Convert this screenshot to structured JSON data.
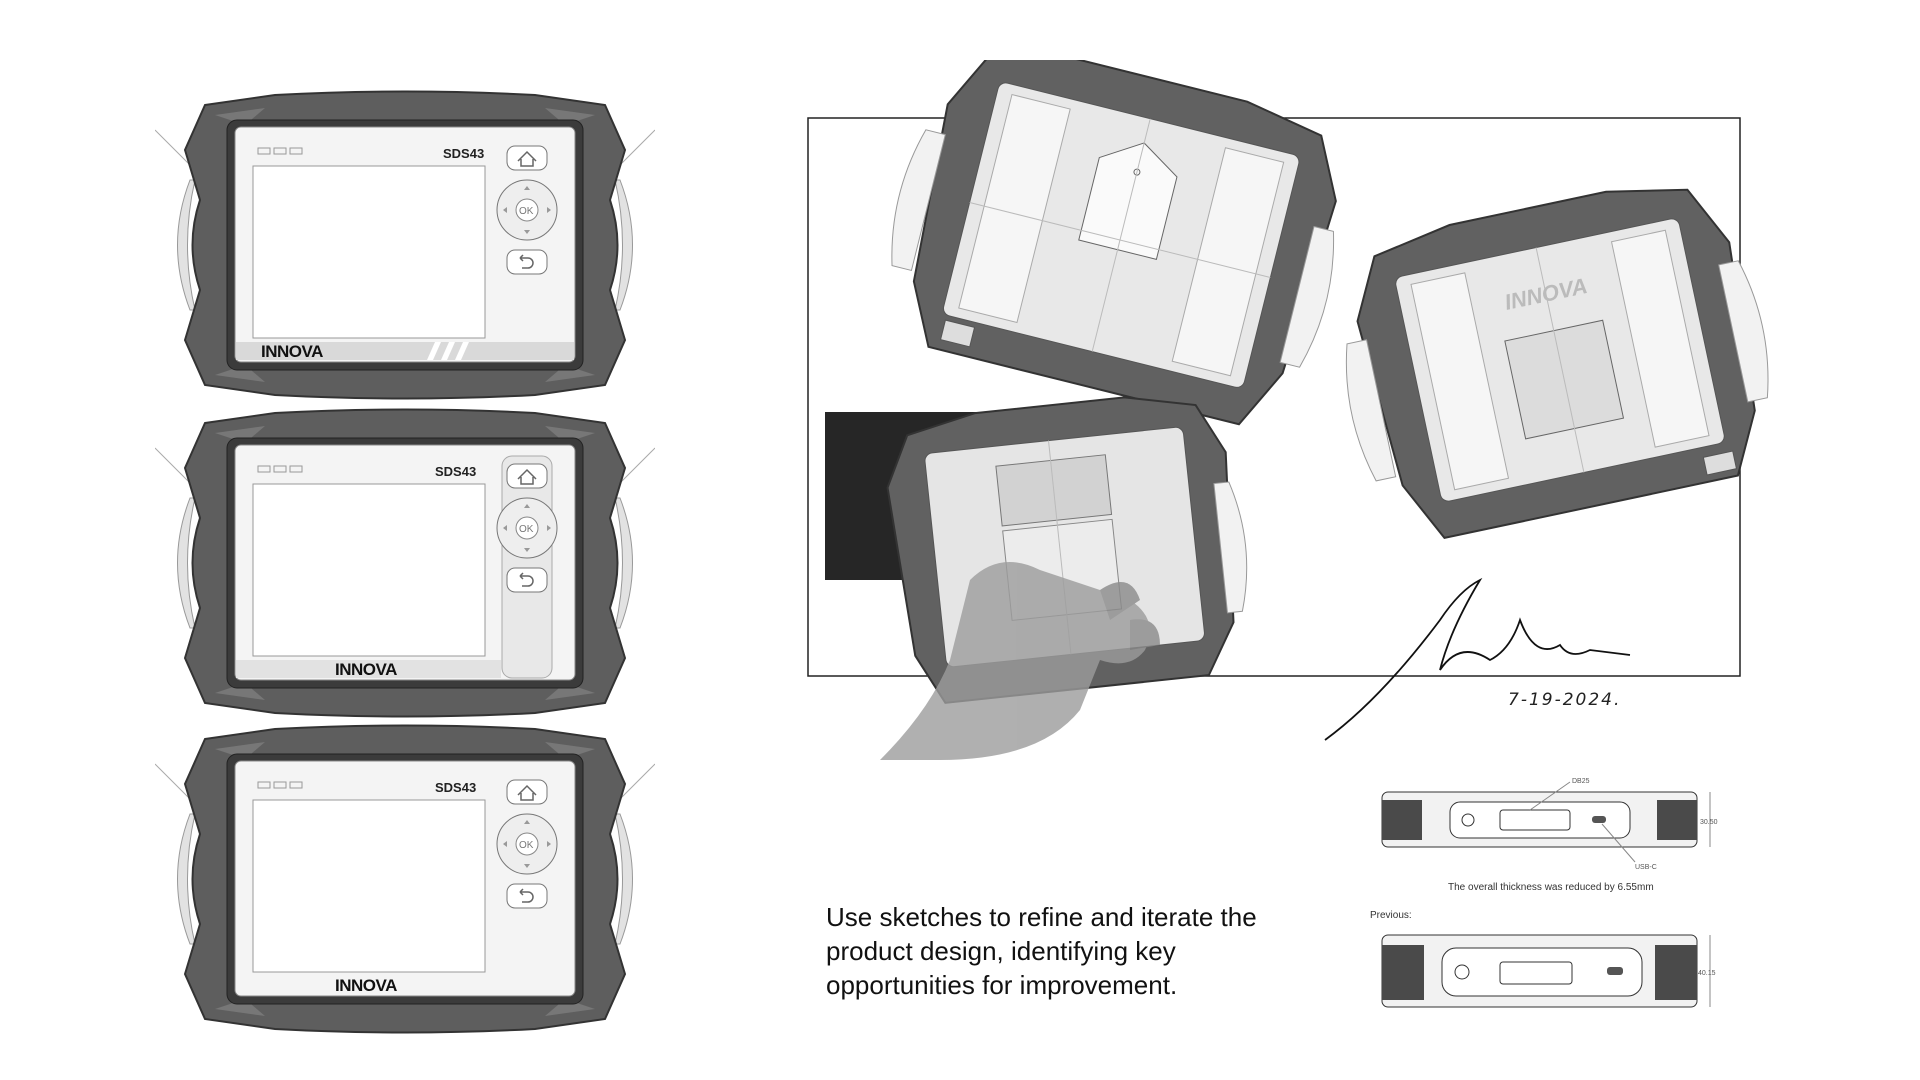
{
  "devices": [
    {
      "model": "SDS43",
      "brand": "INNOVA"
    },
    {
      "model": "SDS43",
      "brand": "INNOVA"
    },
    {
      "model": "SDS43",
      "brand": "INNOVA"
    }
  ],
  "keypad": {
    "ok_label": "OK"
  },
  "back_view": {
    "brand": "INNOVA"
  },
  "signature": {
    "date": "7-19-2024."
  },
  "caption": {
    "line1": "Use sketches to refine and iterate the",
    "line2": "product design, identifying key",
    "line3": "opportunities for improvement."
  },
  "drawing": {
    "port_label": "DB25",
    "usb_label": "USB-C",
    "current_dim": "30.50",
    "note": "The overall thickness was reduced by 6.55mm",
    "previous_label": "Previous:",
    "previous_dim": "40.15"
  }
}
